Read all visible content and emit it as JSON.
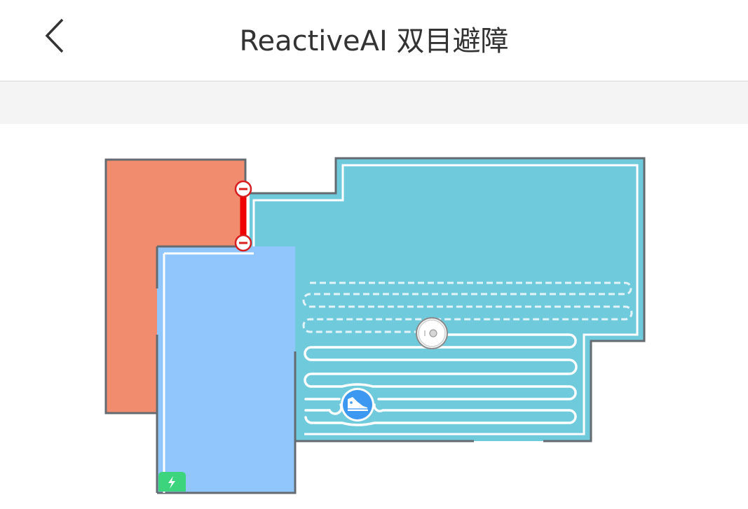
{
  "header": {
    "title": "ReactiveAI 双目避障",
    "back_icon": "chevron-left-icon"
  },
  "colors": {
    "room_orange": "#F28C6E",
    "room_blue": "#91C6FD",
    "room_teal": "#6FCADC",
    "wall": "#646B70",
    "path": "#FFFFFF",
    "virtual_wall": "#EE0000",
    "charger": "#3DD47E",
    "obstacle_badge": "#3C98F0",
    "band": "#F4F4F4"
  },
  "map": {
    "rooms": [
      {
        "name": "room-orange",
        "color": "#F28C6E"
      },
      {
        "name": "room-blue",
        "color": "#91C6FD"
      },
      {
        "name": "room-teal",
        "color": "#6FCADC"
      }
    ],
    "virtual_wall": {
      "start_icon": "minus-circle-icon",
      "end_icon": "minus-circle-icon"
    },
    "robot": {
      "icon": "robot-vacuum-icon"
    },
    "charger": {
      "icon": "lightning-icon"
    },
    "obstacle": {
      "type": "shoe",
      "icon": "sneaker-icon"
    }
  }
}
